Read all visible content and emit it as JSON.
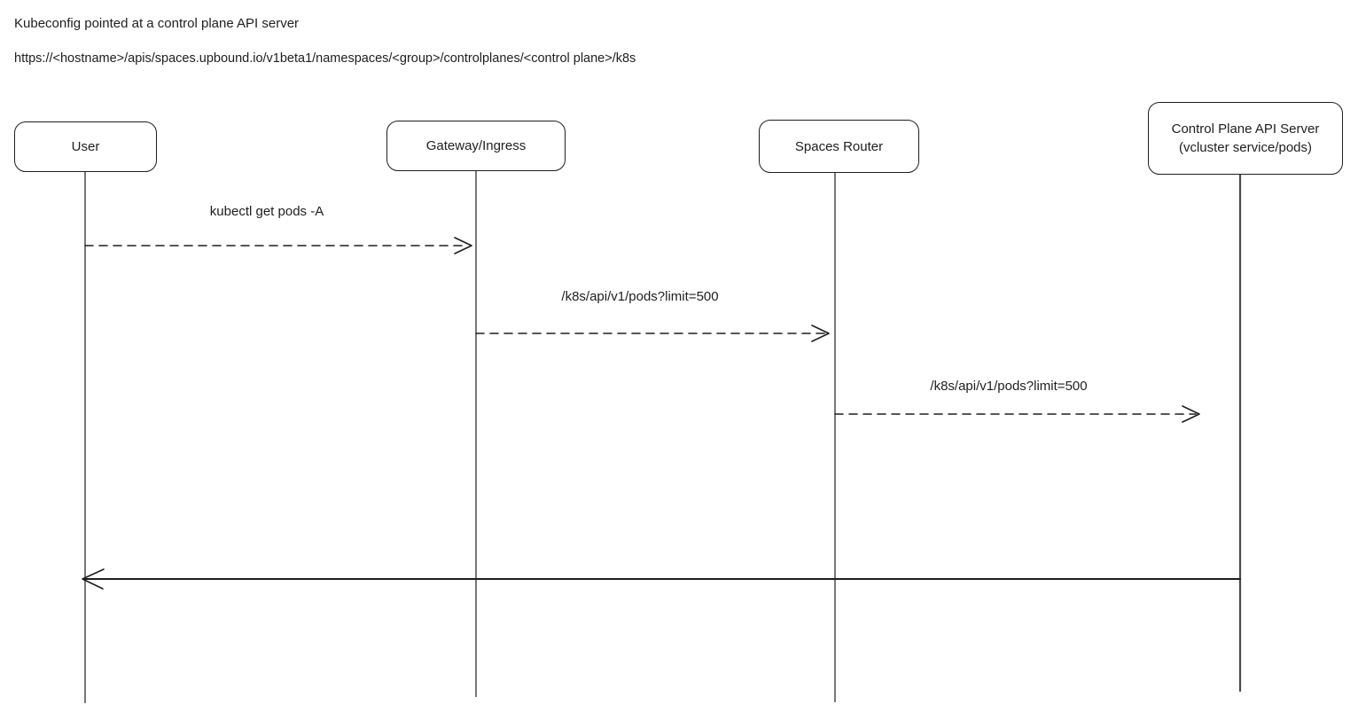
{
  "page": {
    "background_color": "#ffffff",
    "stroke_color": "#1e1e1e",
    "diagram_type": "sequence-diagram"
  },
  "header": {
    "title": "Kubeconfig pointed at a control plane API server",
    "url": "https://<hostname>/apis/spaces.upbound.io/v1beta1/namespaces/<group>/controlplanes/<control plane>/k8s"
  },
  "actors": [
    {
      "id": "user",
      "label": "User"
    },
    {
      "id": "gateway-ingress",
      "label": "Gateway/Ingress"
    },
    {
      "id": "spaces-router",
      "label": "Spaces Router"
    },
    {
      "id": "control-plane-api-server",
      "label": "Control Plane API Server\n(vcluster service/pods)"
    }
  ],
  "messages": [
    {
      "from": "User",
      "to": "Gateway/Ingress",
      "label": "kubectl get pods -A",
      "line_style": "dashed",
      "direction": "right"
    },
    {
      "from": "Gateway/Ingress",
      "to": "Spaces Router",
      "label": "/k8s/api/v1/pods?limit=500",
      "line_style": "dashed",
      "direction": "right"
    },
    {
      "from": "Spaces Router",
      "to": "Control Plane API Server",
      "label": "/k8s/api/v1/pods?limit=500",
      "line_style": "dashed",
      "direction": "right"
    },
    {
      "from": "Control Plane API Server",
      "to": "User",
      "label": "",
      "line_style": "solid",
      "direction": "left"
    }
  ]
}
